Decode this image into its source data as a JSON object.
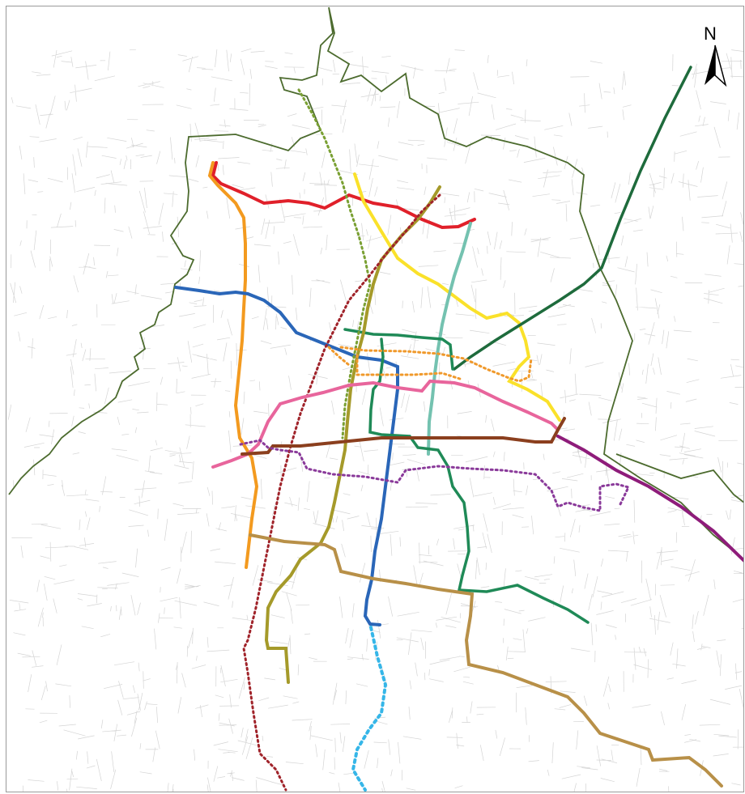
{
  "map": {
    "north_label": "N",
    "colors": {
      "boundary": "#4c6b2e",
      "streets": "#cfcfcf",
      "background": "#ffffff"
    },
    "lines": [
      {
        "id": "red",
        "color": "#e0202a",
        "style": "solid"
      },
      {
        "id": "orange",
        "color": "#f39a1f",
        "style": "solid"
      },
      {
        "id": "blue",
        "color": "#2a66b8",
        "style": "solid"
      },
      {
        "id": "light-blue-extension",
        "color": "#35b6e8",
        "style": "dotted"
      },
      {
        "id": "yellow",
        "color": "#fae12a",
        "style": "solid"
      },
      {
        "id": "teal",
        "color": "#74c2b0",
        "style": "solid"
      },
      {
        "id": "green",
        "color": "#1f8a57",
        "style": "solid"
      },
      {
        "id": "dark-green",
        "color": "#1e6b3c",
        "style": "solid"
      },
      {
        "id": "olive",
        "color": "#a59a2a",
        "style": "solid"
      },
      {
        "id": "olive-green-dotted",
        "color": "#7aa033",
        "style": "dotted"
      },
      {
        "id": "dark-red-dotted",
        "color": "#a0232a",
        "style": "dotted"
      },
      {
        "id": "pink",
        "color": "#e8659c",
        "style": "solid"
      },
      {
        "id": "brown",
        "color": "#8b3f1e",
        "style": "solid"
      },
      {
        "id": "purple",
        "color": "#8e1c7a",
        "style": "solid"
      },
      {
        "id": "purple-dotted",
        "color": "#8a3a9a",
        "style": "dotted"
      },
      {
        "id": "orange-dotted",
        "color": "#f0992b",
        "style": "dotted"
      },
      {
        "id": "tan",
        "color": "#b89048",
        "style": "solid"
      }
    ]
  }
}
